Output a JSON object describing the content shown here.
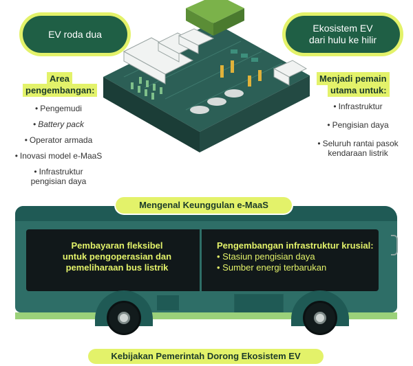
{
  "left_pill": {
    "label": "EV roda dua"
  },
  "right_pill": {
    "line1": "Ekosistem EV",
    "line2": "dari hulu ke hilir"
  },
  "left_panel": {
    "heading_line1": "Area",
    "heading_line2": "pengembangan:",
    "items": [
      "Pengemudi",
      "Battery pack",
      "Operator armada",
      "Inovasi model e-MaaS",
      "Infrastruktur",
      "pengisian daya"
    ]
  },
  "right_panel": {
    "heading_line1": "Menjadi pemain",
    "heading_line2": "utama untuk:",
    "items": [
      "Infrastruktur",
      "Pengisian daya",
      "Seluruh rantai pasok",
      "kendaraan listrik"
    ]
  },
  "bus": {
    "banner": "Mengenal Keunggulan e-MaaS",
    "left_window": {
      "line1": "Pembayaran fleksibel",
      "line2": "untuk pengoperasian dan",
      "line3": "pemeliharaan bus listrik"
    },
    "right_window": {
      "heading": "Pengembangan infrastruktur krusial:",
      "items": [
        "Stasiun pengisian daya",
        "Sumber energi terbarukan"
      ]
    }
  },
  "footer": {
    "label": "Kebijakan Pemerintah Dorong Ekosistem EV"
  },
  "colors": {
    "accent": "#e3f26a",
    "dark_green": "#1f5f45",
    "bus_teal": "#2e6e67"
  }
}
